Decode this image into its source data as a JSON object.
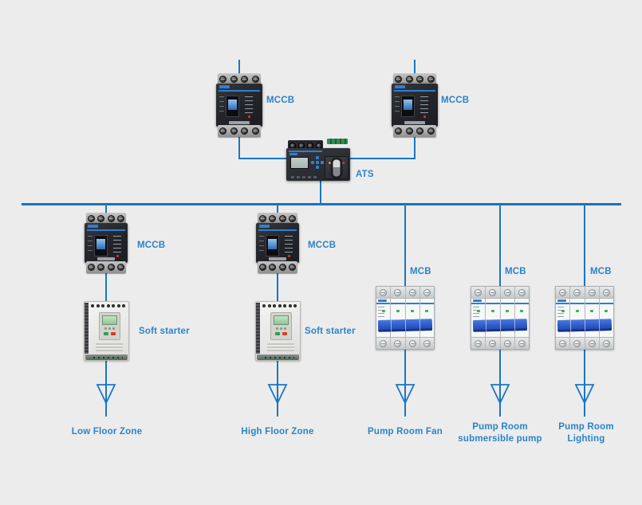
{
  "diagram": {
    "title": "Pump room power distribution single-line diagram",
    "colors": {
      "line": "#1a77c2",
      "label": "#2b83c8",
      "background": "#ececec"
    },
    "labels": {
      "mccb_top_left": "MCCB",
      "mccb_top_right": "MCCB",
      "ats": "ATS",
      "mccb_low": "MCCB",
      "mccb_high": "MCCB",
      "soft_starter_low": "Soft starter",
      "soft_starter_high": "Soft starter",
      "mcb_fan": "MCB",
      "mcb_pump": "MCB",
      "mcb_lighting": "MCB",
      "load_low": "Low Floor Zone",
      "load_high": "High Floor Zone",
      "load_fan": "Pump Room Fan",
      "load_pump_line1": "Pump Room",
      "load_pump_line2": "submersible pump",
      "load_lighting_line1": "Pump Room",
      "load_lighting_line2": "Lighting"
    }
  }
}
